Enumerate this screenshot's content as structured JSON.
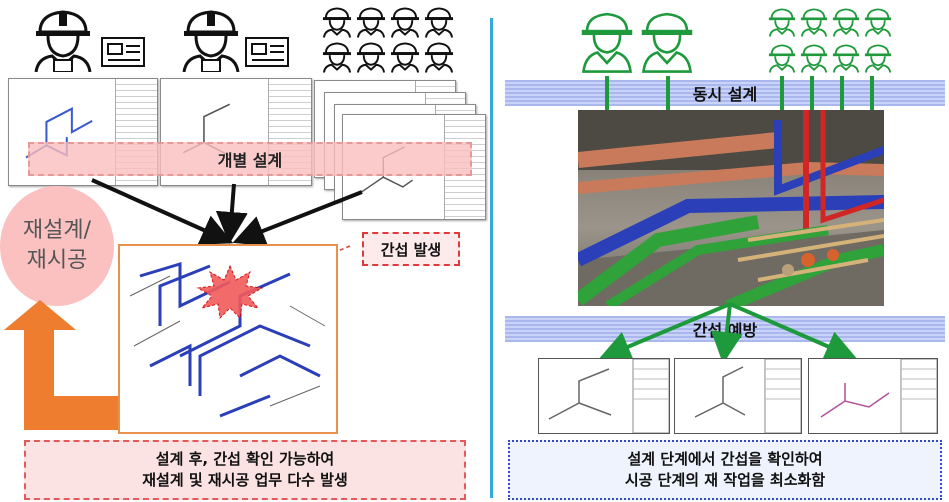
{
  "left": {
    "individual_design_label": "개별 설계",
    "redesign_label_line1": "재설계/",
    "redesign_label_line2": "재시공",
    "clash_badge": "간섭 발생",
    "summary_line1": "설계 후, 간섭 확인 가능하여",
    "summary_line2": "재설계 및 재시공 업무 다수 발생"
  },
  "right": {
    "concurrent_design_label": "동시 설계",
    "clash_prevention_label": "간섭 예방",
    "summary_line1": "설계 단계에서 간섭을 확인하여",
    "summary_line2": "시공 단계의 재 작업을 최소화함"
  },
  "colors": {
    "divider": "#38a8dc",
    "green_worker": "#1e9a3c",
    "black_worker": "#111111",
    "orange_arrow": "#ee7d2f",
    "pink_band": "#fabebe",
    "blue_band": "#a9b7ee",
    "clash_red": "#e03a3a"
  },
  "icons": {
    "worker": "engineer-helmet-icon",
    "blueprint": "blueprint-icon",
    "clash": "explosion-icon"
  }
}
